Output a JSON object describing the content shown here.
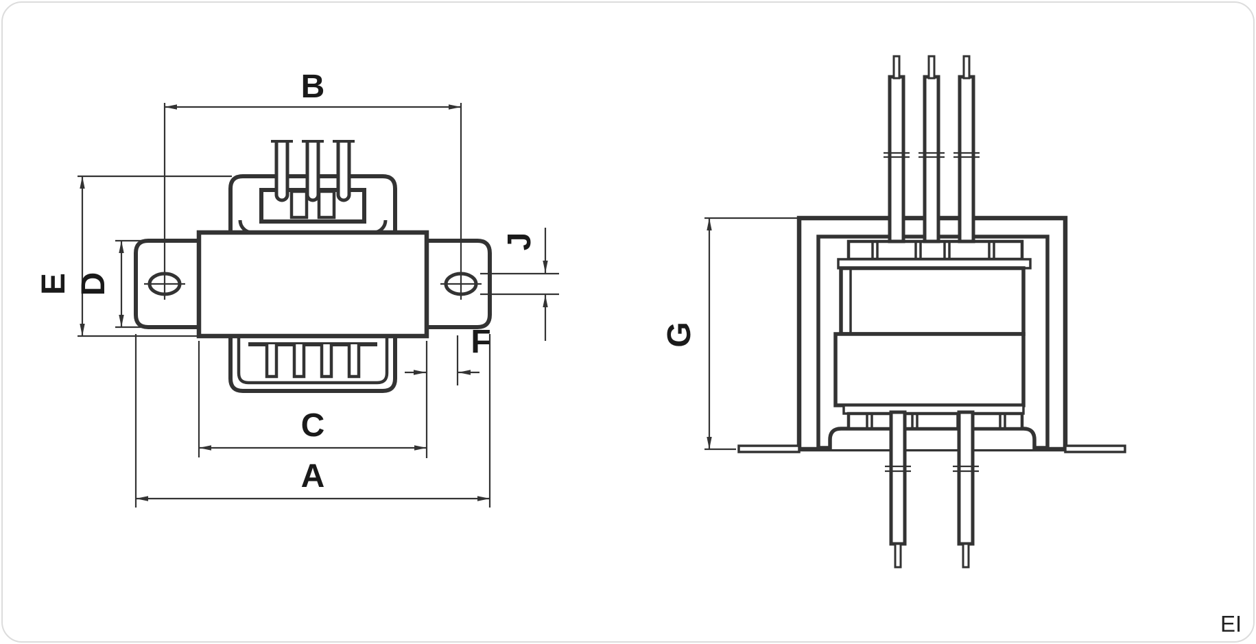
{
  "page": {
    "background": "#ffffff",
    "border_color": "#dcdcdc"
  },
  "drawing": {
    "line_color": "#333333",
    "text_color": "#1a1a1a",
    "standard_label": "EI",
    "front_view": {
      "labels": {
        "A": "A",
        "B": "B",
        "C": "C",
        "D": "D",
        "E": "E",
        "F": "F",
        "J": "J"
      }
    },
    "side_view": {
      "labels": {
        "G": "G"
      }
    }
  }
}
